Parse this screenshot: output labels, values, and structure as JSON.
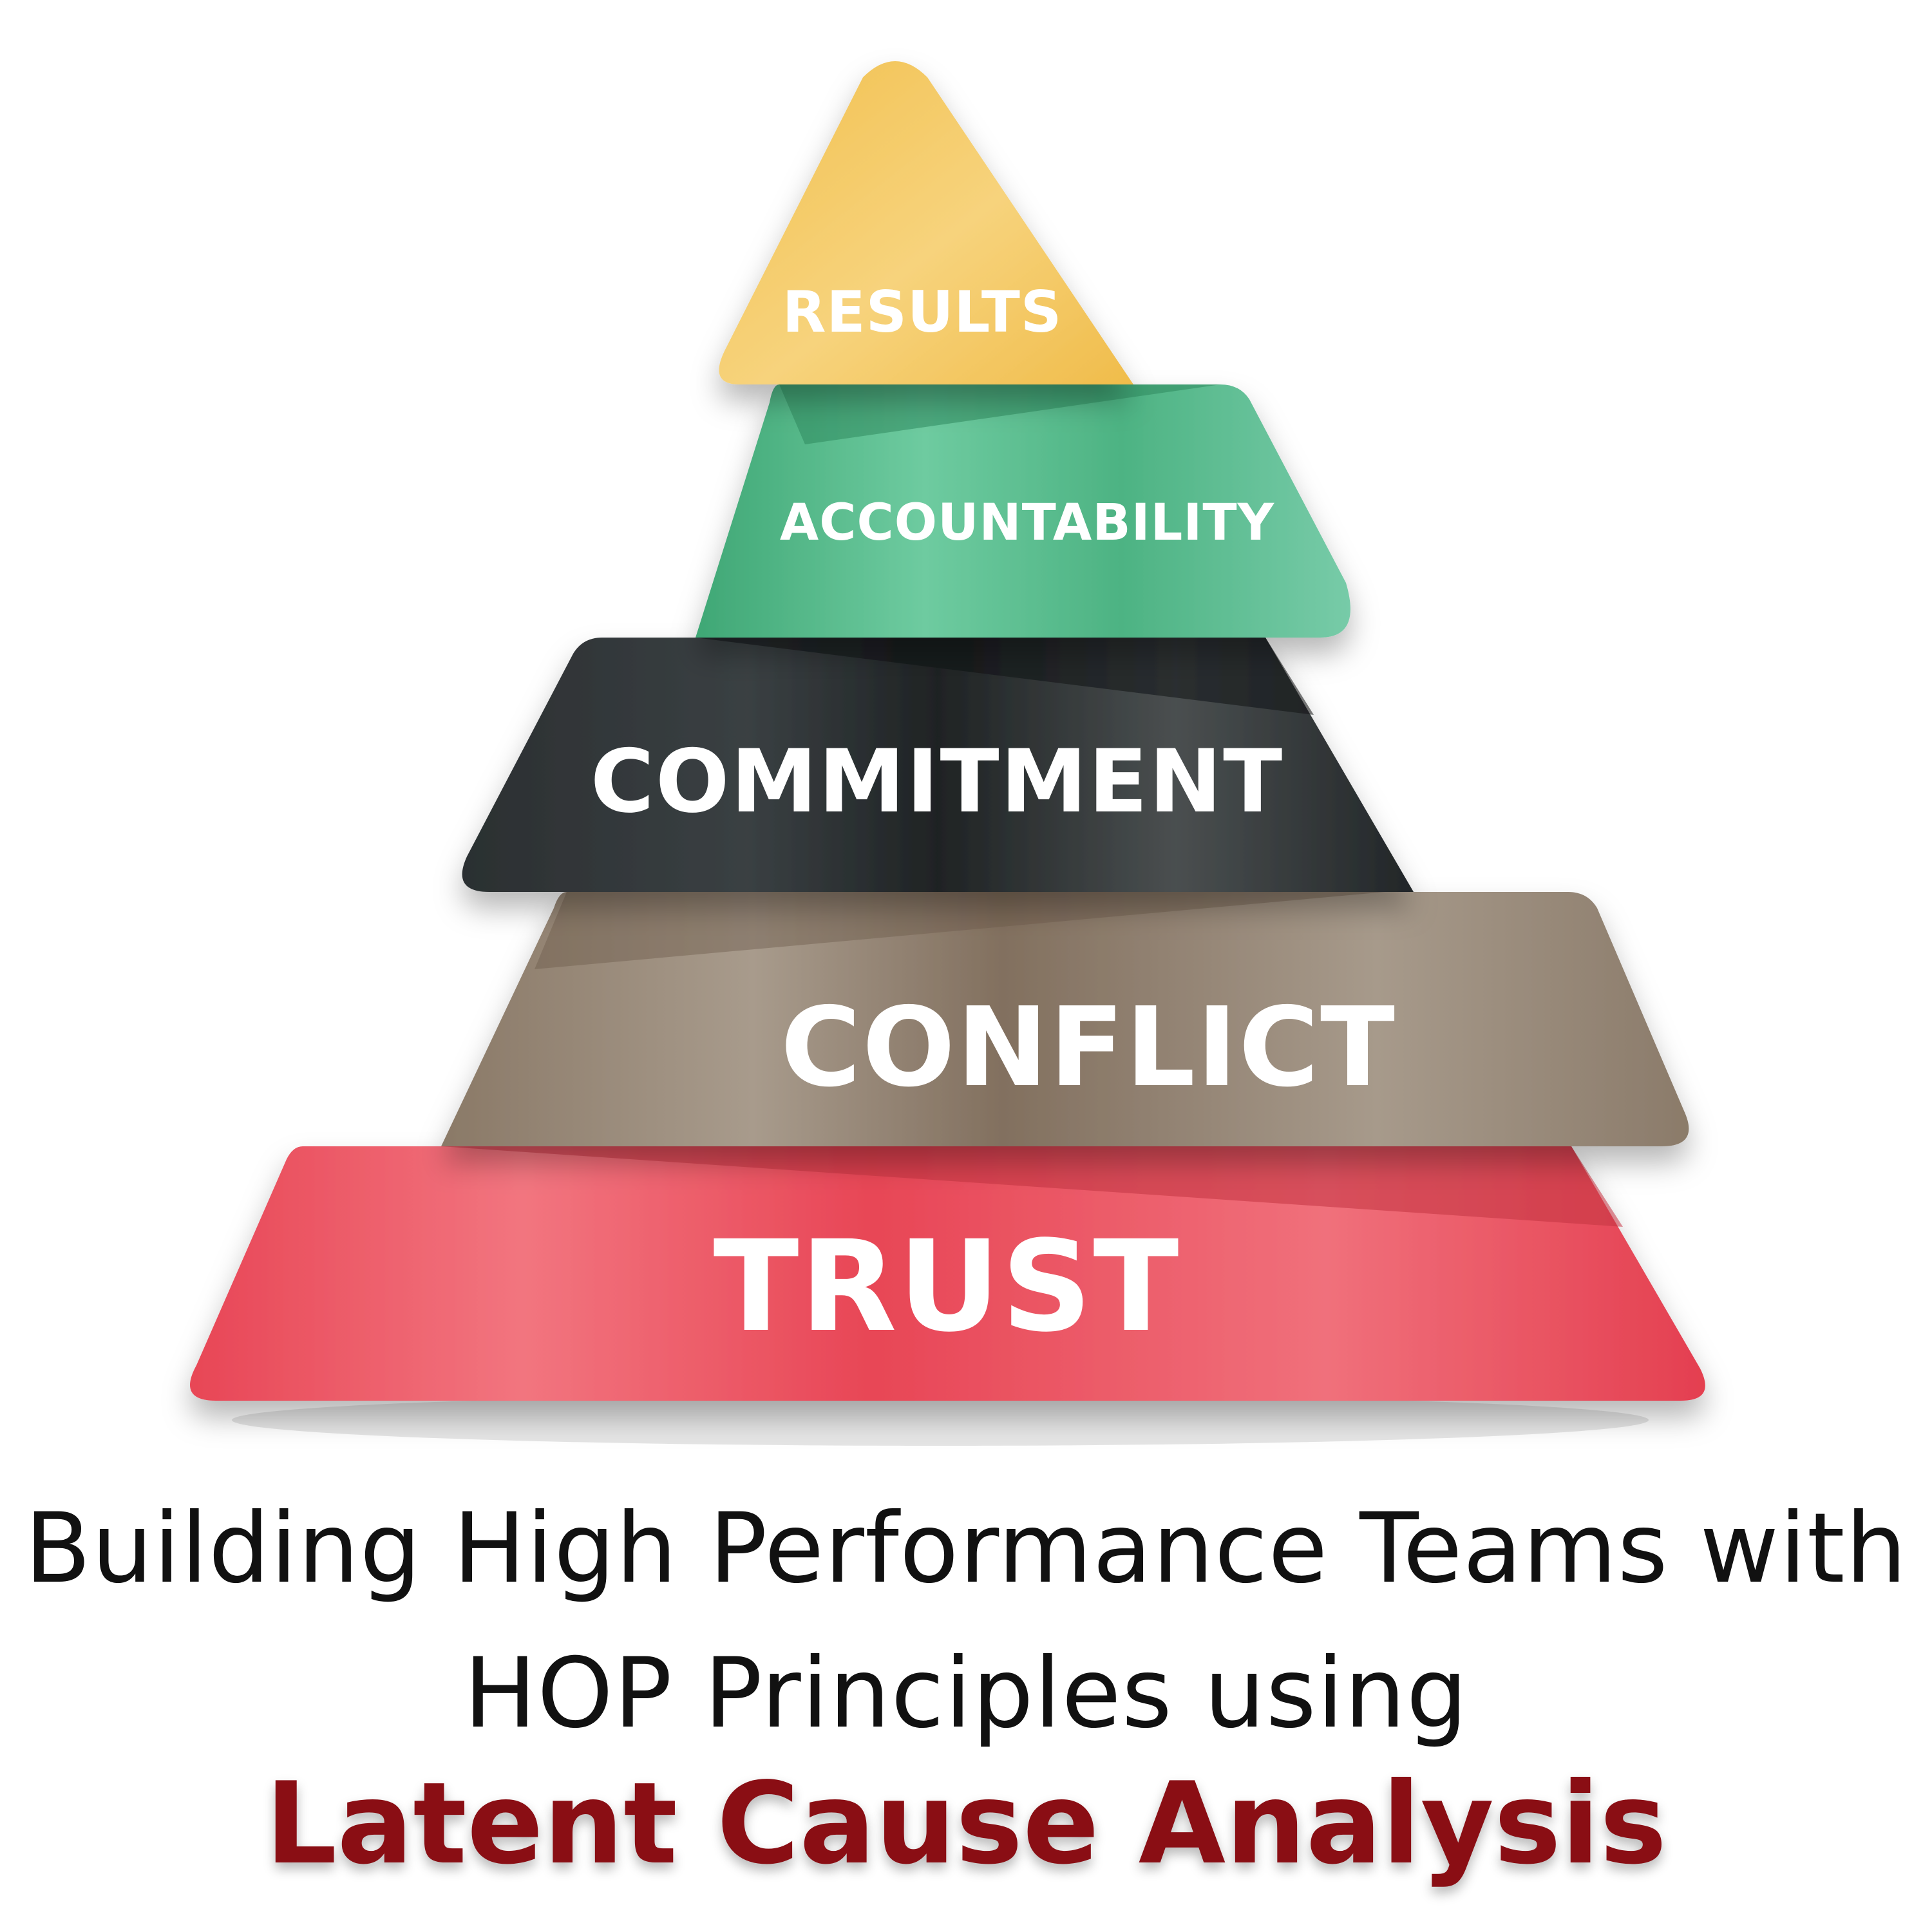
{
  "pyramid": {
    "tiers": [
      {
        "id": "results",
        "label": "RESULTS",
        "color": "#F4C04E"
      },
      {
        "id": "accountability",
        "label": "ACCOUNTABILITY",
        "color": "#4DB383"
      },
      {
        "id": "commitment",
        "label": "COMMITMENT",
        "color": "#2C3133"
      },
      {
        "id": "conflict",
        "label": "CONFLICT",
        "color": "#9C8B7A"
      },
      {
        "id": "trust",
        "label": "TRUST",
        "color": "#EA4B5A"
      }
    ]
  },
  "caption": {
    "line1": "Building High Performance Teams with",
    "line2": "HOP Principles using",
    "headline": "Latent Cause Analysis",
    "headline_color": "#8A0E14"
  }
}
